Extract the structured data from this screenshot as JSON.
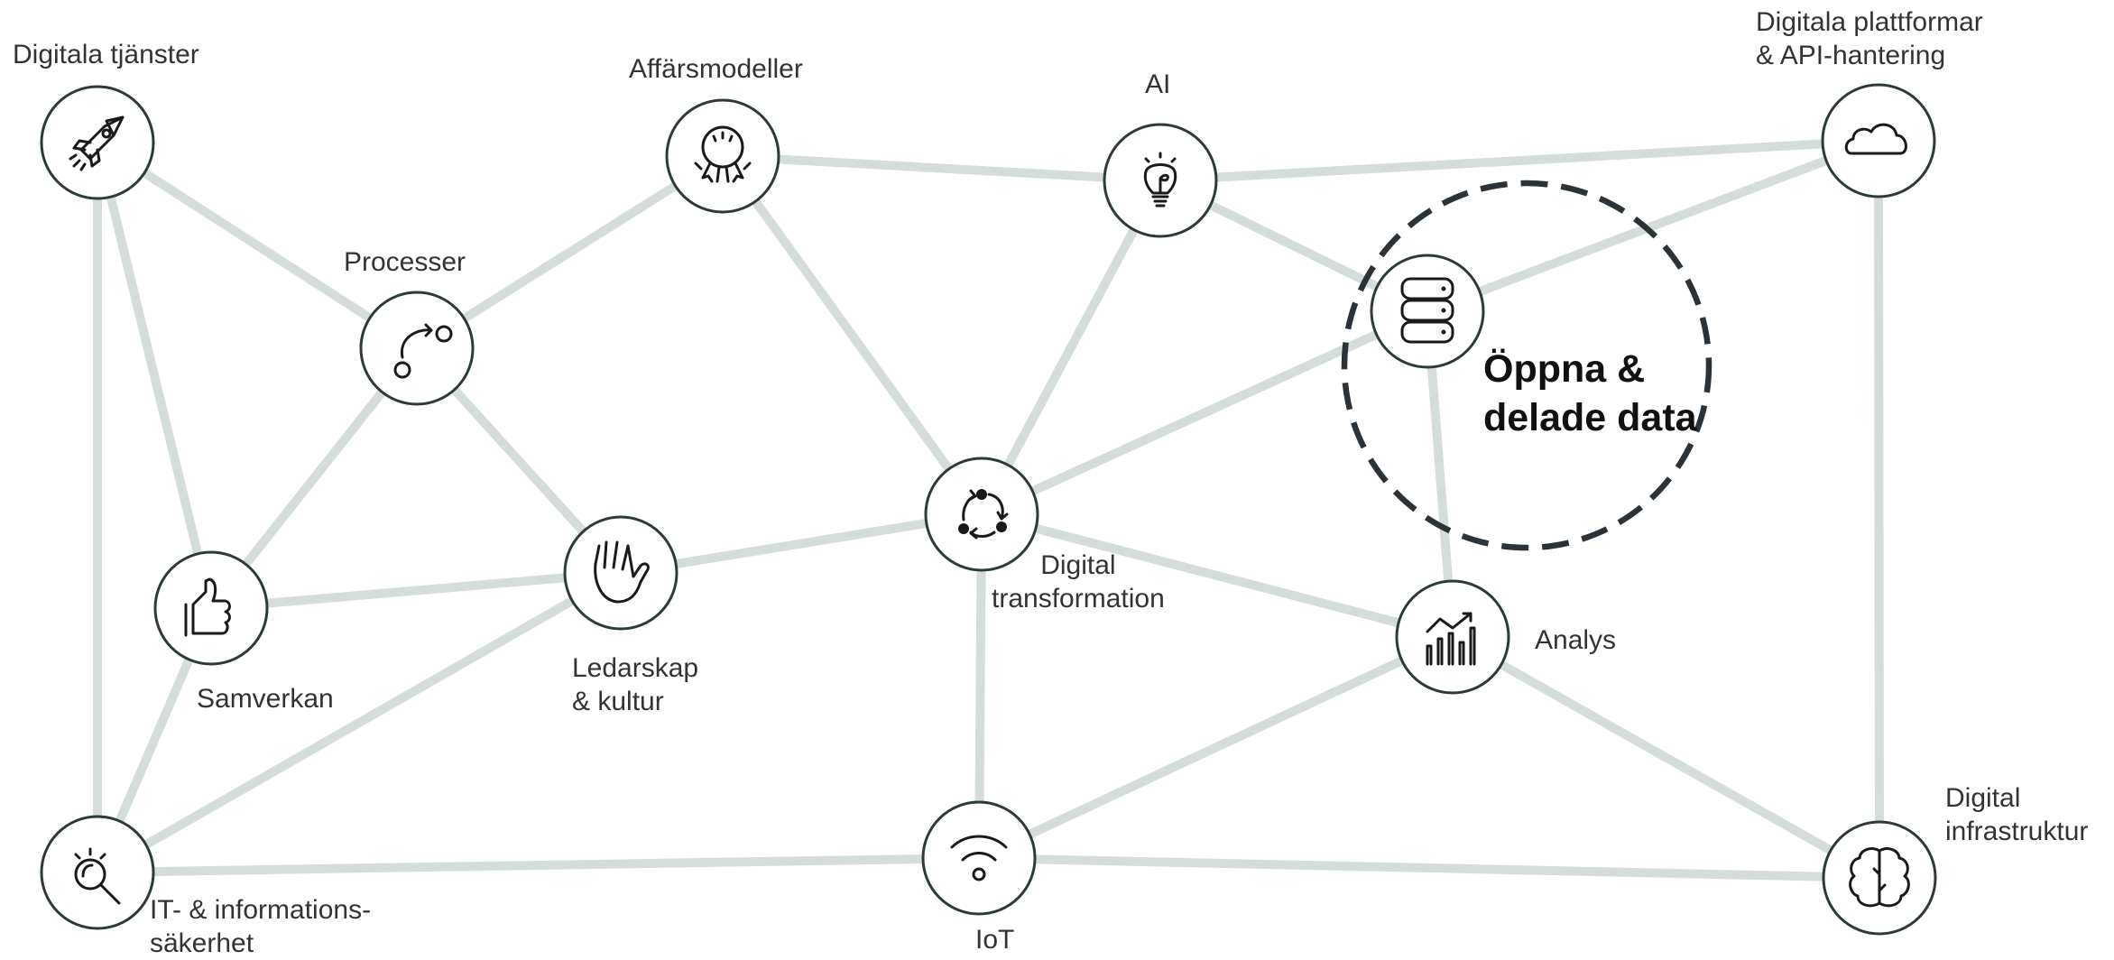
{
  "diagram": {
    "nodes": [
      {
        "id": "digitala-tjanster",
        "icon": "rocket-icon",
        "label": [
          "Digitala tjänster"
        ]
      },
      {
        "id": "affarsmodeller",
        "icon": "award-icon",
        "label": [
          "Affärsmodeller"
        ]
      },
      {
        "id": "ai",
        "icon": "lightbulb-icon",
        "label": [
          "AI"
        ]
      },
      {
        "id": "plattformar",
        "icon": "cloud-icon",
        "label": [
          "Digitala plattformar",
          "& API-hantering"
        ]
      },
      {
        "id": "processer",
        "icon": "process-icon",
        "label": [
          "Processer"
        ]
      },
      {
        "id": "oppna-data",
        "icon": "database-icon",
        "label": [
          "Öppna &",
          "delade data"
        ],
        "highlighted": true
      },
      {
        "id": "samverkan",
        "icon": "thumbs-up-icon",
        "label": [
          "Samverkan"
        ]
      },
      {
        "id": "ledarskap",
        "icon": "hand-icon",
        "label": [
          "Ledarskap",
          "& kultur"
        ]
      },
      {
        "id": "digital-transformation",
        "icon": "cycle-icon",
        "label": [
          "Digital",
          "transformation"
        ]
      },
      {
        "id": "analys",
        "icon": "chart-icon",
        "label": [
          "Analys"
        ]
      },
      {
        "id": "it-sakerhet",
        "icon": "magnifier-icon",
        "label": [
          "IT- & informations-",
          "säkerhet"
        ]
      },
      {
        "id": "iot",
        "icon": "wifi-icon",
        "label": [
          "IoT"
        ]
      },
      {
        "id": "infrastruktur",
        "icon": "brain-icon",
        "label": [
          "Digital",
          "infrastruktur"
        ]
      }
    ],
    "edges": [
      [
        "digitala-tjanster",
        "processer"
      ],
      [
        "digitala-tjanster",
        "samverkan"
      ],
      [
        "digitala-tjanster",
        "it-sakerhet"
      ],
      [
        "processer",
        "affarsmodeller"
      ],
      [
        "processer",
        "samverkan"
      ],
      [
        "processer",
        "ledarskap"
      ],
      [
        "affarsmodeller",
        "ai"
      ],
      [
        "affarsmodeller",
        "digital-transformation"
      ],
      [
        "ai",
        "plattformar"
      ],
      [
        "ai",
        "oppna-data"
      ],
      [
        "ai",
        "digital-transformation"
      ],
      [
        "plattformar",
        "oppna-data"
      ],
      [
        "plattformar",
        "infrastruktur"
      ],
      [
        "oppna-data",
        "digital-transformation"
      ],
      [
        "oppna-data",
        "analys"
      ],
      [
        "samverkan",
        "ledarskap"
      ],
      [
        "samverkan",
        "it-sakerhet"
      ],
      [
        "ledarskap",
        "digital-transformation"
      ],
      [
        "ledarskap",
        "it-sakerhet"
      ],
      [
        "digital-transformation",
        "analys"
      ],
      [
        "digital-transformation",
        "iot"
      ],
      [
        "analys",
        "iot"
      ],
      [
        "analys",
        "infrastruktur"
      ],
      [
        "it-sakerhet",
        "iot"
      ],
      [
        "iot",
        "infrastruktur"
      ]
    ],
    "colors": {
      "edge": "#d4ddd9",
      "node_border": "#2d3b37",
      "icon": "#1a1a1a",
      "text": "#333333",
      "highlight_ring": "#2b3339"
    }
  }
}
